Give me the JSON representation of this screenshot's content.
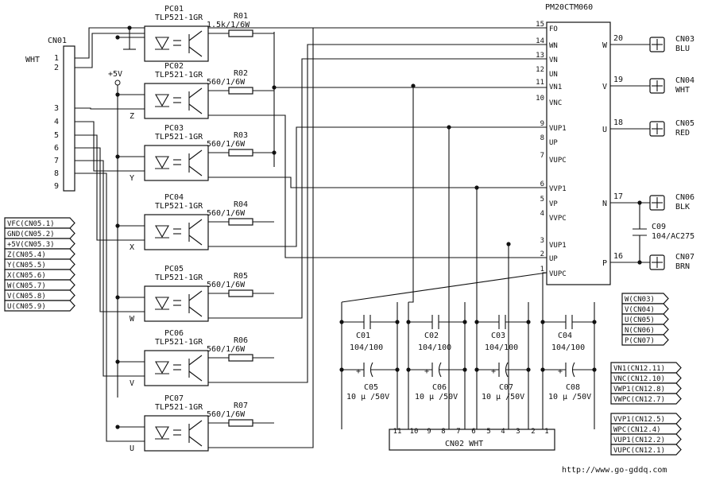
{
  "ic": {
    "name": "PM20CTM060",
    "left_pins": [
      {
        "num": "15",
        "name": "FO"
      },
      {
        "num": "14",
        "name": "WN"
      },
      {
        "num": "13",
        "name": "VN"
      },
      {
        "num": "12",
        "name": "UN"
      },
      {
        "num": "11",
        "name": "VN1"
      },
      {
        "num": "10",
        "name": "VNC"
      },
      {
        "num": "9",
        "name": "VUP1"
      },
      {
        "num": "8",
        "name": "UP"
      },
      {
        "num": "7",
        "name": "VUPC"
      },
      {
        "num": "6",
        "name": "VVP1"
      },
      {
        "num": "5",
        "name": "VP"
      },
      {
        "num": "4",
        "name": "VVPC"
      },
      {
        "num": "3",
        "name": "VUP1"
      },
      {
        "num": "2",
        "name": "UP"
      },
      {
        "num": "1",
        "name": "VUPC"
      }
    ],
    "right_pins": [
      {
        "num": "20",
        "name": "W"
      },
      {
        "num": "19",
        "name": "V"
      },
      {
        "num": "18",
        "name": "U"
      },
      {
        "num": "17",
        "name": "N"
      },
      {
        "num": "16",
        "name": "P"
      }
    ]
  },
  "cn01": {
    "name": "CN01",
    "color": "WHT",
    "pins": [
      "1",
      "2",
      "3",
      "4",
      "5",
      "6",
      "7",
      "8",
      "9"
    ]
  },
  "supply": "+5V",
  "optocouplers": [
    {
      "ref": "PC01",
      "part": "TLP521-1GR",
      "res": "R01",
      "val": "1.5k/1/6W",
      "phase": ""
    },
    {
      "ref": "PC02",
      "part": "TLP521-1GR",
      "res": "R02",
      "val": "560/1/6W",
      "phase": "Z"
    },
    {
      "ref": "PC03",
      "part": "TLP521-1GR",
      "res": "R03",
      "val": "560/1/6W",
      "phase": "Y"
    },
    {
      "ref": "PC04",
      "part": "TLP521-1GR",
      "res": "R04",
      "val": "560/1/6W",
      "phase": "X"
    },
    {
      "ref": "PC05",
      "part": "TLP521-1GR",
      "res": "R05",
      "val": "560/1/6W",
      "phase": "W"
    },
    {
      "ref": "PC06",
      "part": "TLP521-1GR",
      "res": "R06",
      "val": "560/1/6W",
      "phase": "V"
    },
    {
      "ref": "PC07",
      "part": "TLP521-1GR",
      "res": "R07",
      "val": "560/1/6W",
      "phase": "U"
    }
  ],
  "outputs": [
    {
      "ref": "CN03",
      "color": "BLU"
    },
    {
      "ref": "CN04",
      "color": "WHT"
    },
    {
      "ref": "CN05",
      "color": "RED"
    },
    {
      "ref": "CN06",
      "color": "BLK"
    },
    {
      "ref": "CN07",
      "color": "BRN"
    }
  ],
  "c09": {
    "ref": "C09",
    "val": "104/AC275"
  },
  "caps_top": [
    {
      "ref": "C01",
      "val": "104/100"
    },
    {
      "ref": "C02",
      "val": "104/100"
    },
    {
      "ref": "C03",
      "val": "104/100"
    },
    {
      "ref": "C04",
      "val": "104/100"
    }
  ],
  "caps_bot": [
    {
      "ref": "C05",
      "val": "10 μ /50V"
    },
    {
      "ref": "C06",
      "val": "10 μ /50V"
    },
    {
      "ref": "C07",
      "val": "10 μ /50V"
    },
    {
      "ref": "C08",
      "val": "10 μ /50V"
    }
  ],
  "cn02": {
    "label": "CN02 WHT",
    "pins": [
      "11",
      "10",
      "9",
      "8",
      "7",
      "6",
      "5",
      "4",
      "3",
      "2",
      "1"
    ]
  },
  "tags_left": [
    "VFC(CN05.1)",
    "GND(CN05.2)",
    "+5V(CN05.3)",
    "Z(CN05.4)",
    "Y(CN05.5)",
    "X(CN05.6)",
    "W(CN05.7)",
    "V(CN05.8)",
    "U(CN05.9)"
  ],
  "tags_right_a": [
    "W(CN03)",
    "V(CN04)",
    "U(CN05)",
    "N(CN06)",
    "P(CN07)"
  ],
  "tags_right_b": [
    "VN1(CN12.11)",
    "VNC(CN12.10)",
    "VWP1(CN12.8)",
    "VWPC(CN12.7)"
  ],
  "tags_right_c": [
    "VVP1(CN12.5)",
    "WPC(CN12.4)",
    "VUP1(CN12.2)",
    "VUPC(CN12.1)"
  ],
  "url": "http://www.go-gddq.com"
}
